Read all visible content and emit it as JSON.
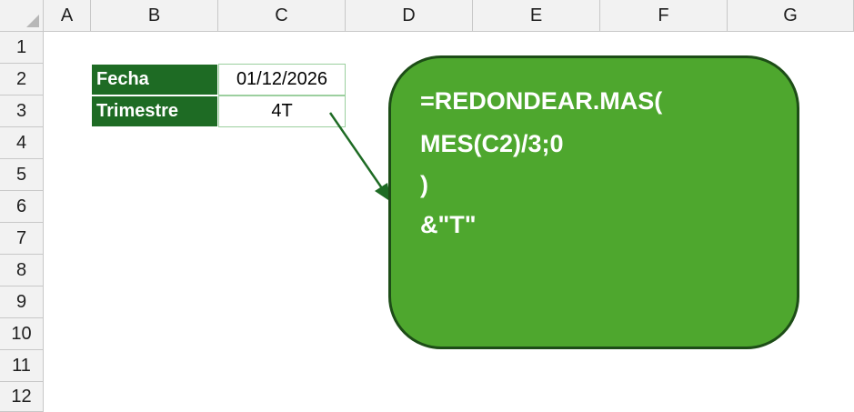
{
  "columns": [
    "A",
    "B",
    "C",
    "D",
    "E",
    "F",
    "G"
  ],
  "rows": [
    "1",
    "2",
    "3",
    "4",
    "5",
    "6",
    "7",
    "8",
    "9",
    "10",
    "11",
    "12"
  ],
  "table": {
    "fecha_label": "Fecha",
    "fecha_value": "01/12/2026",
    "trimestre_label": "Trimestre",
    "trimestre_value": "4T"
  },
  "callout": {
    "lines": [
      "=REDONDEAR.MAS(",
      "MES(C2)/3;0",
      ")",
      "&\"T\""
    ]
  },
  "colors": {
    "label_fill": "#1e6b24",
    "callout_fill": "#4ea72e",
    "callout_border": "#1d4d17",
    "arrow": "#1e6b24"
  }
}
